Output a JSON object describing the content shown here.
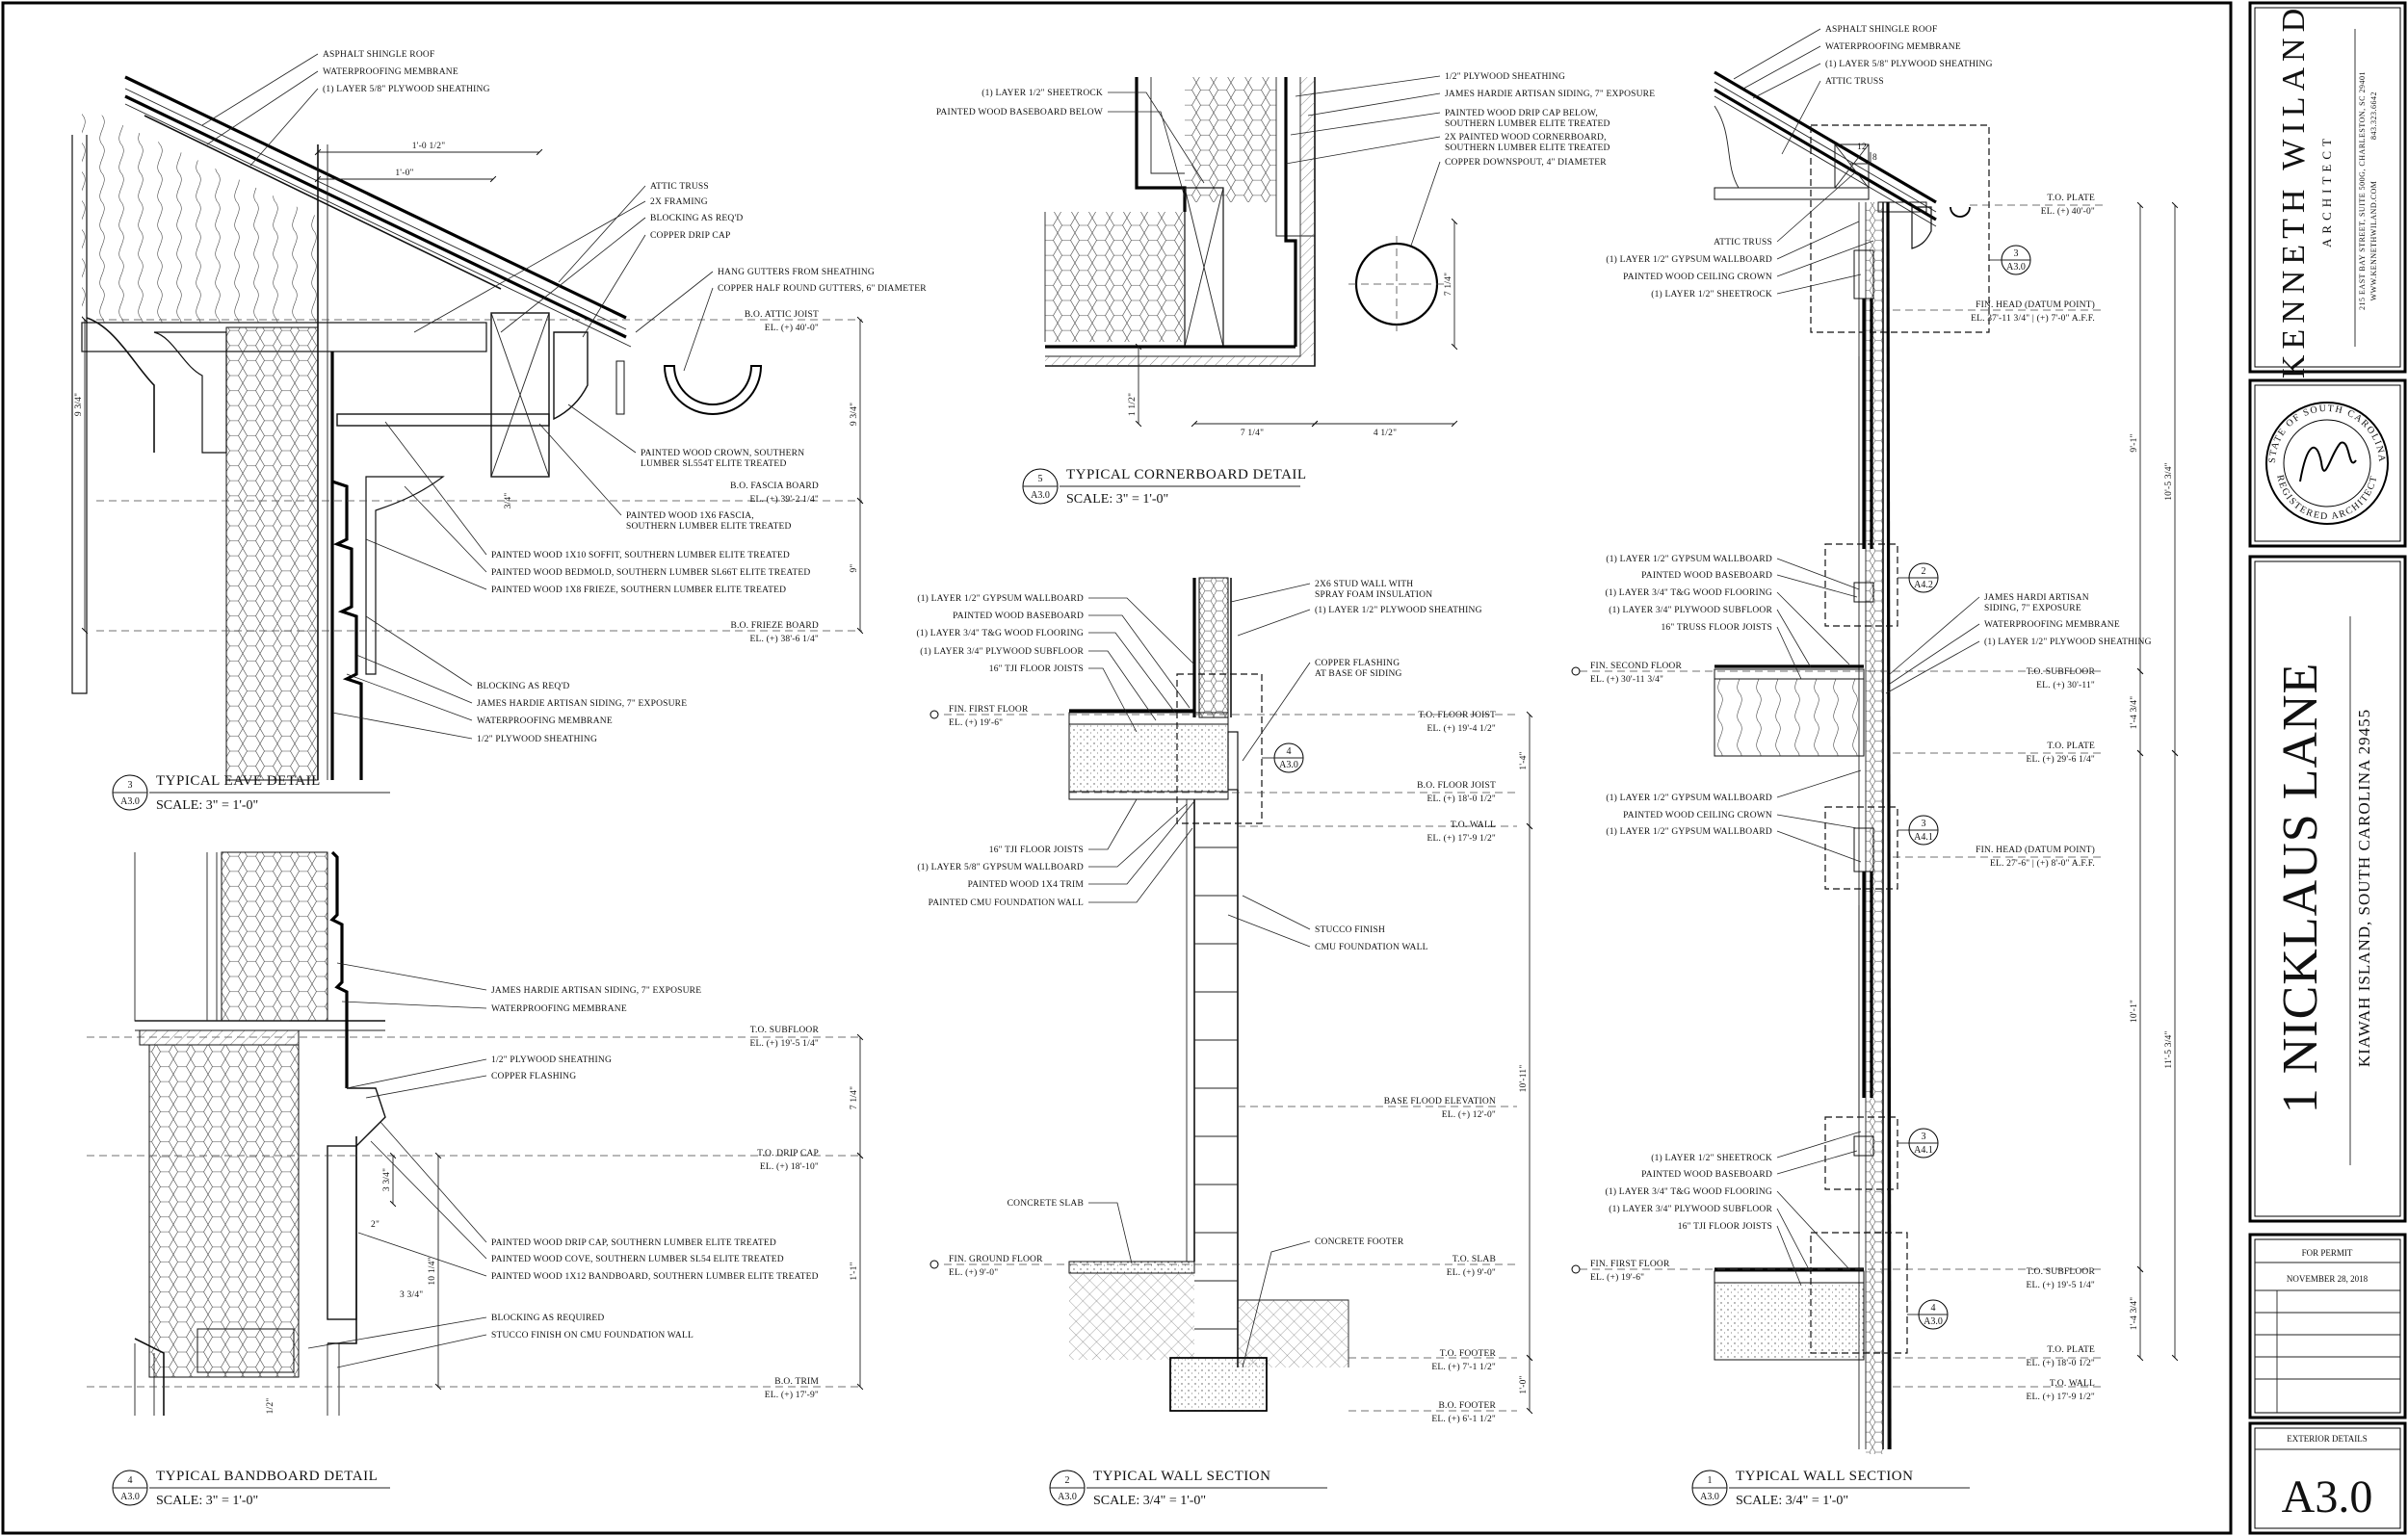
{
  "titleblock": {
    "firm_name": "KENNETH WILAND",
    "firm_role": "ARCHITECT",
    "address": "215 EAST BAY STREET, SUITE 500G, CHARLESTON, SC 29401",
    "phone": "843.323.6642",
    "website": "WWW.KENNETHWILAND.COM",
    "seal_text_top": "STATE OF SOUTH CAROLINA",
    "seal_text_bottom": "REGISTERED ARCHITECT",
    "project_name": "1 NICKLAUS LANE",
    "project_location": "KIAWAH ISLAND, SOUTH CAROLINA 29455",
    "issue": "FOR PERMIT",
    "issue_date": "NOVEMBER 28, 2018",
    "sheet_title": "EXTERIOR DETAILS",
    "sheet_number": "A3.0"
  },
  "details": {
    "eave": {
      "num": "3",
      "sheet": "A3.0",
      "title": "TYPICAL EAVE DETAIL",
      "scale": "SCALE: 3\" = 1'-0\"",
      "labels": [
        "ASPHALT SHINGLE ROOF",
        "WATERPROOFING MEMBRANE",
        "(1) LAYER 5/8\" PLYWOOD SHEATHING",
        "ATTIC TRUSS",
        "2X FRAMING",
        "BLOCKING AS REQ'D",
        "COPPER DRIP CAP",
        "HANG GUTTERS FROM SHEATHING",
        "COPPER HALF ROUND GUTTERS, 6\" DIAMETER",
        "PAINTED WOOD CROWN, SOUTHERN",
        "LUMBER SL554T ELITE TREATED",
        "PAINTED WOOD 1X6 FASCIA,",
        "SOUTHERN LUMBER ELITE TREATED",
        "PAINTED WOOD 1X10 SOFFIT, SOUTHERN LUMBER ELITE TREATED",
        "PAINTED WOOD BEDMOLD, SOUTHERN LUMBER SL66T ELITE TREATED",
        "PAINTED WOOD 1X8 FRIEZE, SOUTHERN LUMBER ELITE TREATED",
        "BLOCKING AS REQ'D",
        "JAMES HARDIE ARTISAN SIDING, 7\" EXPOSURE",
        "WATERPROOFING MEMBRANE",
        "1/2\" PLYWOOD SHEATHING"
      ],
      "dims": [
        "1'-0 1/2\"",
        "1'-0\"",
        "9 3/4\"",
        "9 3/4\"",
        "3/4\"",
        "9\""
      ],
      "elevations": [
        {
          "name": "B.O. ATTIC JOIST",
          "el": "EL. (+) 40'-0\""
        },
        {
          "name": "B.O. FASCIA BOARD",
          "el": "EL. (+) 39'-2 1/4\""
        },
        {
          "name": "B.O. FRIEZE BOARD",
          "el": "EL. (+) 38'-6 1/4\""
        }
      ]
    },
    "bandboard": {
      "num": "4",
      "sheet": "A3.0",
      "title": "TYPICAL BANDBOARD DETAIL",
      "scale": "SCALE: 3\" = 1'-0\"",
      "labels": [
        "JAMES HARDIE ARTISAN SIDING, 7\" EXPOSURE",
        "WATERPROOFING MEMBRANE",
        "1/2\" PLYWOOD SHEATHING",
        "COPPER FLASHING",
        "PAINTED WOOD DRIP CAP, SOUTHERN LUMBER ELITE TREATED",
        "PAINTED WOOD COVE, SOUTHERN LUMBER SL54 ELITE TREATED",
        "PAINTED WOOD 1X12 BANDBOARD, SOUTHERN LUMBER ELITE TREATED",
        "BLOCKING AS REQUIRED",
        "STUCCO FINISH ON CMU FOUNDATION WALL"
      ],
      "dims": [
        "7 1/4\"",
        "3 3/4\"",
        "2\"",
        "3 3/4\"",
        "10 1/4\"",
        "1'-1\"",
        "1/2\""
      ],
      "elevations": [
        {
          "name": "T.O. SUBFLOOR",
          "el": "EL. (+) 19'-5 1/4\""
        },
        {
          "name": "T.O. DRIP CAP",
          "el": "EL. (+) 18'-10\""
        },
        {
          "name": "B.O. TRIM",
          "el": "EL. (+) 17'-9\""
        }
      ]
    },
    "cornerboard": {
      "num": "5",
      "sheet": "A3.0",
      "title": "TYPICAL CORNERBOARD DETAIL",
      "scale": "SCALE: 3\" = 1'-0\"",
      "labels": [
        "(1) LAYER 1/2\" SHEETROCK",
        "PAINTED WOOD BASEBOARD BELOW",
        "1/2\" PLYWOOD SHEATHING",
        "JAMES HARDIE ARTISAN SIDING, 7\" EXPOSURE",
        "PAINTED WOOD DRIP CAP BELOW,",
        "SOUTHERN LUMBER ELITE TREATED",
        "2X PAINTED WOOD CORNERBOARD,",
        "SOUTHERN LUMBER ELITE TREATED",
        "COPPER DOWNSPOUT, 4\" DIAMETER"
      ],
      "dims": [
        "1 1/2\"",
        "7 1/4\"",
        "4 1/2\"",
        "7 1/4\""
      ]
    },
    "wall2": {
      "num": "2",
      "sheet": "A3.0",
      "title": "TYPICAL WALL SECTION",
      "scale": "SCALE: 3/4\" = 1'-0\"",
      "labels": [
        "(1) LAYER 1/2\" GYPSUM WALLBOARD",
        "PAINTED WOOD BASEBOARD",
        "(1) LAYER 3/4\" T&G WOOD FLOORING",
        "(1) LAYER 3/4\" PLYWOOD SUBFLOOR",
        "16\" TJI FLOOR JOISTS",
        "2X6 STUD WALL WITH",
        "SPRAY FOAM INSULATION",
        "(1) LAYER 1/2\" PLYWOOD SHEATHING",
        "COPPER FLASHING",
        "AT BASE OF SIDING",
        "16\" TJI FLOOR JOISTS",
        "(1) LAYER 5/8\" GYPSUM WALLBOARD",
        "PAINTED WOOD 1X4 TRIM",
        "PAINTED CMU FOUNDATION WALL",
        "STUCCO FINISH",
        "CMU FOUNDATION WALL",
        "CONCRETE SLAB",
        "CONCRETE FOOTER"
      ],
      "callout": {
        "num": "4",
        "sheet": "A3.0"
      },
      "dims": [
        "1'-4\"",
        "10'-11\"",
        "1'-0\""
      ],
      "left_elevations": [
        {
          "name": "FIN. FIRST FLOOR",
          "el": "EL. (+) 19'-6\""
        },
        {
          "name": "FIN. GROUND FLOOR",
          "el": "EL. (+) 9'-0\""
        }
      ],
      "elevations": [
        {
          "name": "T.O. FLOOR JOIST",
          "el": "EL. (+) 19'-4 1/2\""
        },
        {
          "name": "B.O. FLOOR JOIST",
          "el": "EL. (+) 18'-0 1/2\""
        },
        {
          "name": "T.O. WALL",
          "el": "EL. (+) 17'-9 1/2\""
        },
        {
          "name": "BASE FLOOD ELEVATION",
          "el": "EL. (+) 12'-0\""
        },
        {
          "name": "T.O. SLAB",
          "el": "EL. (+) 9'-0\""
        },
        {
          "name": "T.O. FOOTER",
          "el": "EL. (+) 7'-1 1/2\""
        },
        {
          "name": "B.O. FOOTER",
          "el": "EL. (+) 6'-1 1/2\""
        }
      ]
    },
    "wall1": {
      "num": "1",
      "sheet": "A3.0",
      "title": "TYPICAL WALL SECTION",
      "scale": "SCALE: 3/4\" = 1'-0\"",
      "labels_top": [
        "ASPHALT SHINGLE ROOF",
        "WATERPROOFING MEMBRANE",
        "(1) LAYER 5/8\" PLYWOOD SHEATHING",
        "ATTIC TRUSS"
      ],
      "labels_left1": [
        "ATTIC TRUSS",
        "(1) LAYER 1/2\" GYPSUM WALLBOARD",
        "PAINTED WOOD CEILING CROWN",
        "(1) LAYER 1/2\" SHEETROCK"
      ],
      "labels_left2": [
        "(1) LAYER 1/2\" GYPSUM WALLBOARD",
        "PAINTED WOOD BASEBOARD",
        "(1) LAYER 3/4\" T&G WOOD FLOORING",
        "(1) LAYER 3/4\" PLYWOOD SUBFLOOR",
        "16\" TRUSS FLOOR JOISTS"
      ],
      "labels_right": [
        "JAMES HARDI ARTISAN",
        "SIDING, 7\" EXPOSURE",
        "WATERPROOFING MEMBRANE",
        "(1) LAYER 1/2\" PLYWOOD SHEATHING"
      ],
      "labels_left3": [
        "(1) LAYER 1/2\" GYPSUM WALLBOARD",
        "PAINTED WOOD CEILING CROWN",
        "(1) LAYER 1/2\" GYPSUM WALLBOARD"
      ],
      "labels_left4": [
        "(1) LAYER 1/2\" SHEETROCK",
        "PAINTED WOOD BASEBOARD",
        "(1) LAYER 3/4\" T&G WOOD FLOORING",
        "(1) LAYER 3/4\" PLYWOOD SUBFLOOR",
        "16\" TJI FLOOR JOISTS"
      ],
      "roof_pitch": [
        "12",
        "8"
      ],
      "callouts": [
        {
          "num": "3",
          "sheet": "A3.0"
        },
        {
          "num": "2",
          "sheet": "A4.2"
        },
        {
          "num": "3",
          "sheet": "A4.1"
        },
        {
          "num": "3",
          "sheet": "A4.1"
        },
        {
          "num": "4",
          "sheet": "A3.0"
        }
      ],
      "dims": [
        "10'-5 3/4\"",
        "9'-1\"",
        "1'-4 3/4\"",
        "11'-5 3/4\"",
        "10'-1\"",
        "1'-4 3/4\""
      ],
      "left_elevations": [
        {
          "name": "FIN. SECOND FLOOR",
          "el": "EL. (+) 30'-11 3/4\""
        },
        {
          "name": "FIN. FIRST FLOOR",
          "el": "EL. (+) 19'-6\""
        }
      ],
      "elevations": [
        {
          "name": "T.O. PLATE",
          "el": "EL. (+) 40'-0\""
        },
        {
          "name": "FIN. HEAD (DATUM POINT)",
          "el": "EL. 37'-11 3/4\" | (+) 7'-0\" A.F.F."
        },
        {
          "name": "T.O. SUBFLOOR",
          "el": "EL. (+) 30'-11\""
        },
        {
          "name": "T.O. PLATE",
          "el": "EL. (+) 29'-6 1/4\""
        },
        {
          "name": "FIN. HEAD (DATUM POINT)",
          "el": "EL. 27'-6\" | (+) 8'-0\" A.F.F."
        },
        {
          "name": "T.O. SUBFLOOR",
          "el": "EL. (+) 19'-5 1/4\""
        },
        {
          "name": "T.O. PLATE",
          "el": "EL. (+) 18'-0 1/2\""
        },
        {
          "name": "T.O. WALL",
          "el": "EL. (+) 17'-9 1/2\""
        }
      ]
    }
  }
}
